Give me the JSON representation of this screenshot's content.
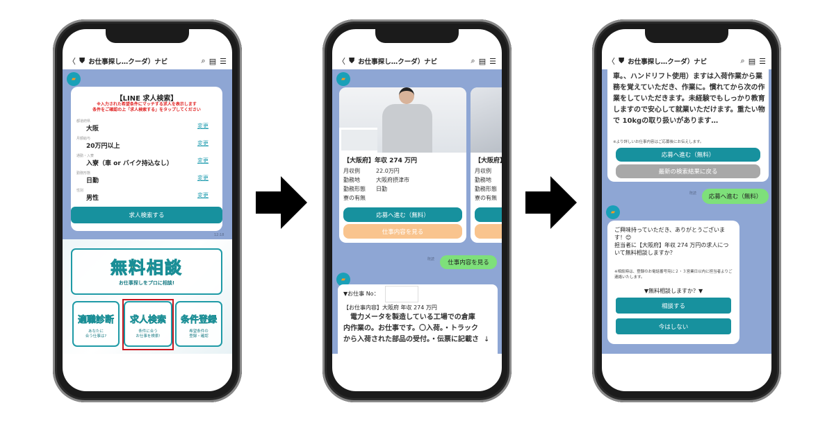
{
  "header": {
    "title": "お仕事探し…クーダ）ナビ",
    "back_icon": "chevron-left-icon",
    "shield_icon": "shield-icon",
    "search_icon": "search-icon",
    "notes_icon": "notes-icon",
    "menu_icon": "hamburger-icon"
  },
  "colors": {
    "chat_bg": "#8ea6d4",
    "teal": "#17919e",
    "user_bubble": "#7ee07a",
    "orange_btn": "#f9c48e",
    "highlight": "#c8141e",
    "warning": "#e02020"
  },
  "screen1": {
    "card_title": "【LINE 求人検索】",
    "notice_lines": [
      "※入力された希望条件にマッチする求人を表示します",
      "条件をご確認の上「求人検索する」をタップしてください"
    ],
    "fields": [
      {
        "label": "都道府県",
        "value": "大阪",
        "action": "変更"
      },
      {
        "label": "月額給与",
        "value": "20万円以上",
        "action": "変更"
      },
      {
        "label": "通勤・入寮",
        "value": "入寮（車 or バイク持込なし）",
        "action": "変更"
      },
      {
        "label": "勤務形態",
        "value": "日勤",
        "action": "変更"
      },
      {
        "label": "性別",
        "value": "男性",
        "action": "変更"
      }
    ],
    "search_button": "求人検索する",
    "time": "12:18",
    "rich_menu": {
      "main": {
        "title": "無料相談",
        "subtitle": "お仕事探しをプロに相談!"
      },
      "tiles": [
        {
          "title": "適職診断",
          "subtitle": "あなたに\n合う仕事は?"
        },
        {
          "title": "求人検索",
          "subtitle": "条件に合う\nお仕事を検索!"
        },
        {
          "title": "条件登録",
          "subtitle": "希望条件の\n登録・確認"
        }
      ]
    }
  },
  "screen2": {
    "job_card": {
      "title": "【大阪府】年収 274 万円",
      "rows": [
        {
          "label": "月収例",
          "value": "22.0万円"
        },
        {
          "label": "勤務地",
          "value": "大阪府摂津市"
        },
        {
          "label": "勤務形態",
          "value": "日勤"
        },
        {
          "label": "寮の有無",
          "value": ""
        }
      ],
      "apply_button": "応募へ進む（無料）",
      "details_button": "仕事内容を見る"
    },
    "next_card": {
      "title": "【大阪府】",
      "rows": [
        "月収例",
        "勤務地",
        "勤務形態",
        "寮の有無"
      ]
    },
    "user_message": "仕事内容を見る",
    "read_label": "既読",
    "detail": {
      "job_no_label": "▼お仕事 No：",
      "heading": "【お仕事内容】大阪府 年収 274 万円",
      "body": "　電力メータを製造している工場での倉庫内作業の。お仕事です。〇入荷。・トラックから入荷された部品の受付。・伝票に記載されている品番の確認と PC 入力。・部"
    }
  },
  "screen3": {
    "detail_body": "車。、ハンドリフト使用）ますは入荷作業から業務を覚えていただき、作業に。慣れてから次の作業をしていただきます。未経験でもしっかり教育しますので安心して就業いただけます。重たい物で 10kgの取り扱いがあります…",
    "detail_note": "※より詳しいお仕事内容はご応募後にお伝えします。",
    "apply_button": "応募へ進む（無料）",
    "back_button": "最新の検索結果に戻る",
    "user_message": "応募へ進む（無料）",
    "read_label": "既読",
    "reply": {
      "text": "ご興味持っていただき、ありがとうございます！😊\n担当者に【大阪府】年収 274 万円の求人について無料相談しますか？",
      "note": "※相談時は、登録のお電話番号宛に２・３営業日以内に担当者よりご連絡いたします。",
      "question": "▼無料相談しますか？▼",
      "yes_button": "相談する",
      "no_button": "今はしない"
    }
  }
}
